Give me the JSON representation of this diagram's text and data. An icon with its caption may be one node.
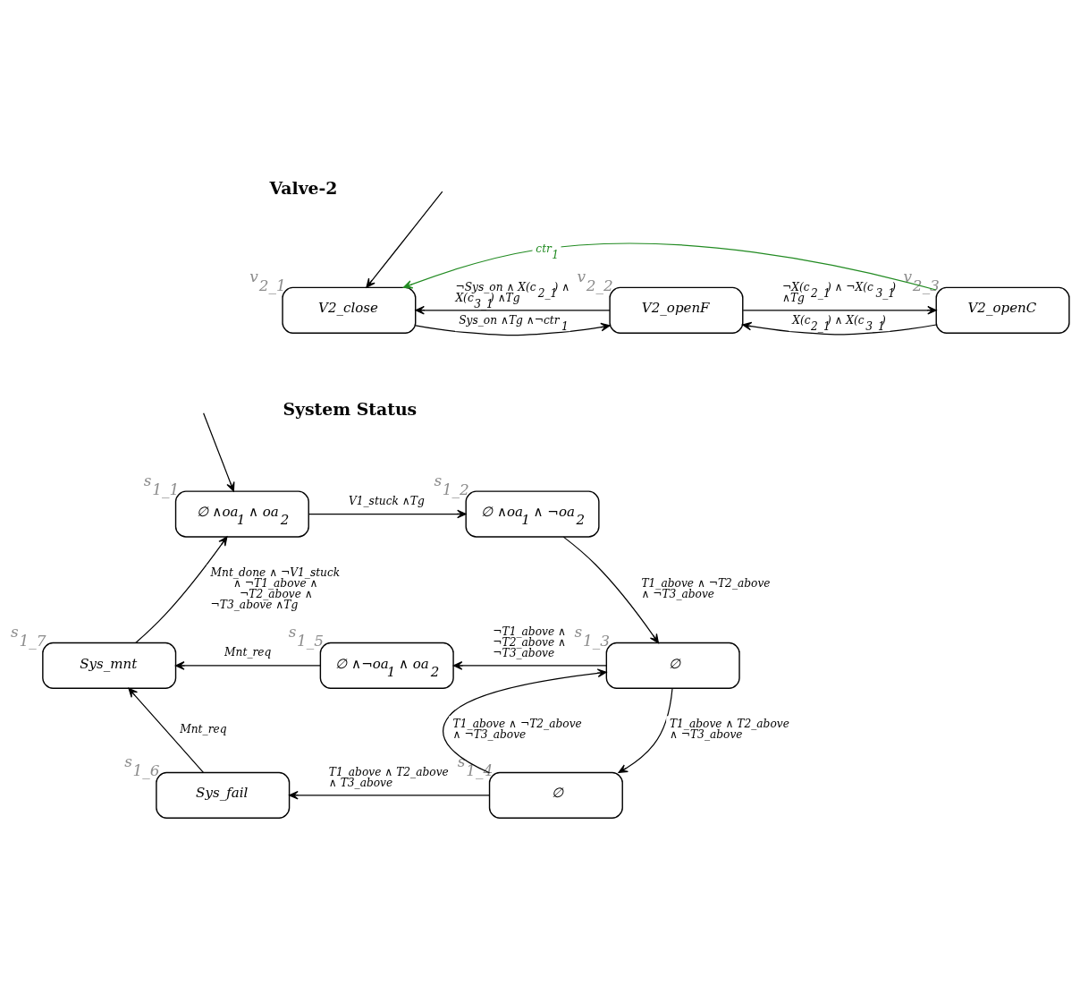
{
  "diagram": {
    "nodes": [
      {
        "text": [
          "V2_close"
        ],
        "beside": [
          "v$_{2_1}$"
        ]
      },
      {
        "text": [
          "V2_openF"
        ],
        "beside": [
          "v$_{2_2}$"
        ]
      },
      {
        "text": [
          "V2_openC"
        ],
        "beside": [
          "v$_{2_3}$"
        ]
      },
      {
        "text": [
          "∅ ∧oa$_{1}$ ∧ oa$_{2}$"
        ],
        "beside": [
          "s$_{1_1}$"
        ]
      },
      {
        "text": [
          "∅ ∧oa$_{1}$ ∧ ¬oa$_{2}$"
        ],
        "beside": [
          "s$_{1_2}$"
        ]
      },
      {
        "text": [
          "Sys_mnt"
        ],
        "beside": [
          "s$_{1_7}$"
        ]
      },
      {
        "text": [
          "∅ ∧¬oa$_{1}$ ∧ oa$_{2}$"
        ],
        "beside": [
          "s$_{1_5}$"
        ]
      },
      {
        "text": [
          "∅"
        ],
        "beside": [
          "s$_{1_3}$"
        ]
      },
      {
        "text": [
          "Sys_fail"
        ],
        "beside": [
          "s$_{1_6}$"
        ]
      },
      {
        "text": [
          "∅"
        ],
        "beside": [
          "s$_{1_4}$"
        ]
      }
    ],
    "edges": [
      {
        "from": 0,
        "to": 1,
        "arrow": "to",
        "label": "Sys_on ∧Tg ∧¬ctr$_{1}$"
      },
      {
        "from": 1,
        "to": 0,
        "arrow": "to",
        "label": "¬Sys_on ∧ X(c$_{2_1}$) ∧ X(c$_{3_1}$) ∧Tg"
      },
      {
        "from": 1,
        "to": 2,
        "arrow": "to",
        "label": "¬X(c$_{2_1}$) ∧ ¬X(c$_{3_1}$) ∧Tg"
      },
      {
        "from": 2,
        "to": 1,
        "arrow": "to",
        "label": "X(c$_{2_1}$) ∧ X(c$_{3_1}$)"
      },
      {
        "from": 2,
        "to": 0,
        "arrow": "to",
        "label": "ctr$_{1}$",
        "color": "#228b22"
      },
      {
        "from": null,
        "to": 0,
        "arrow": "to"
      },
      {
        "from": null,
        "to": 3,
        "arrow": "to"
      },
      {
        "from": 3,
        "to": 4,
        "arrow": "to",
        "label": "V1_stuck ∧Tg"
      },
      {
        "from": 4,
        "to": 7,
        "arrow": "to",
        "label": "T1_above ∧ ¬T2_above ∧ ¬T3_above"
      },
      {
        "from": 7,
        "to": 6,
        "arrow": "to",
        "label": "¬T1_above ∧ ¬T2_above ∧ ¬T3_above"
      },
      {
        "from": 6,
        "to": 5,
        "arrow": "to",
        "label": "Mnt_req"
      },
      {
        "from": 5,
        "to": 3,
        "arrow": "to",
        "label": "Mnt_done ∧ ¬V1_stuck ∧ ¬T1_above ∧ ¬T2_above ∧ ¬T3_above ∧Tg"
      },
      {
        "from": 9,
        "to": 7,
        "arrow": "to",
        "label": "T1_above ∧ ¬T2_above ∧ ¬T3_above"
      },
      {
        "from": 7,
        "to": 9,
        "arrow": "to",
        "label": "T1_above ∧ T2_above ∧ ¬T3_above"
      },
      {
        "from": 9,
        "to": 8,
        "arrow": "to",
        "label": "T1_above ∧ T2_above ∧ T3_above"
      },
      {
        "from": 8,
        "to": 5,
        "arrow": "to",
        "label": "Mnt_req"
      }
    ],
    "labels": [
      "Valve-2",
      "System Status"
    ]
  }
}
